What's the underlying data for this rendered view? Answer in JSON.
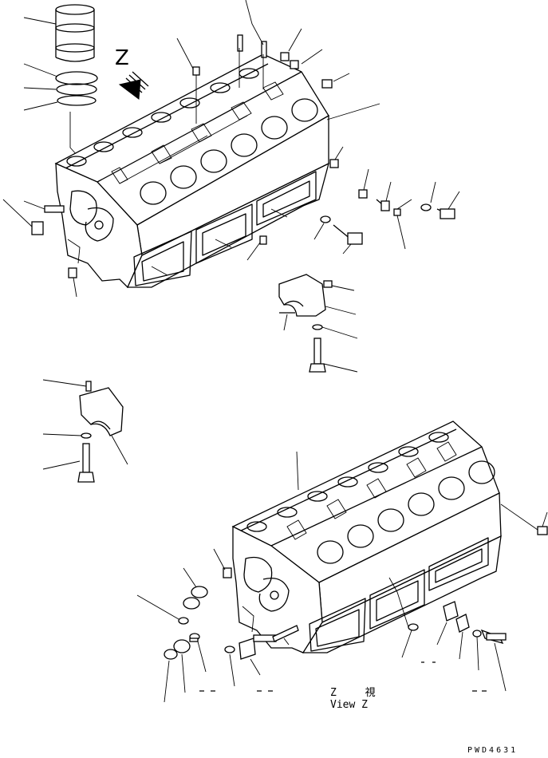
{
  "diagram": {
    "view_arrow_letter": "Z",
    "view_caption_jp": "Z 視",
    "view_caption_en": "View Z",
    "drawing_code": "PWD4631",
    "line_color": "#000000",
    "background_color": "#ffffff"
  }
}
